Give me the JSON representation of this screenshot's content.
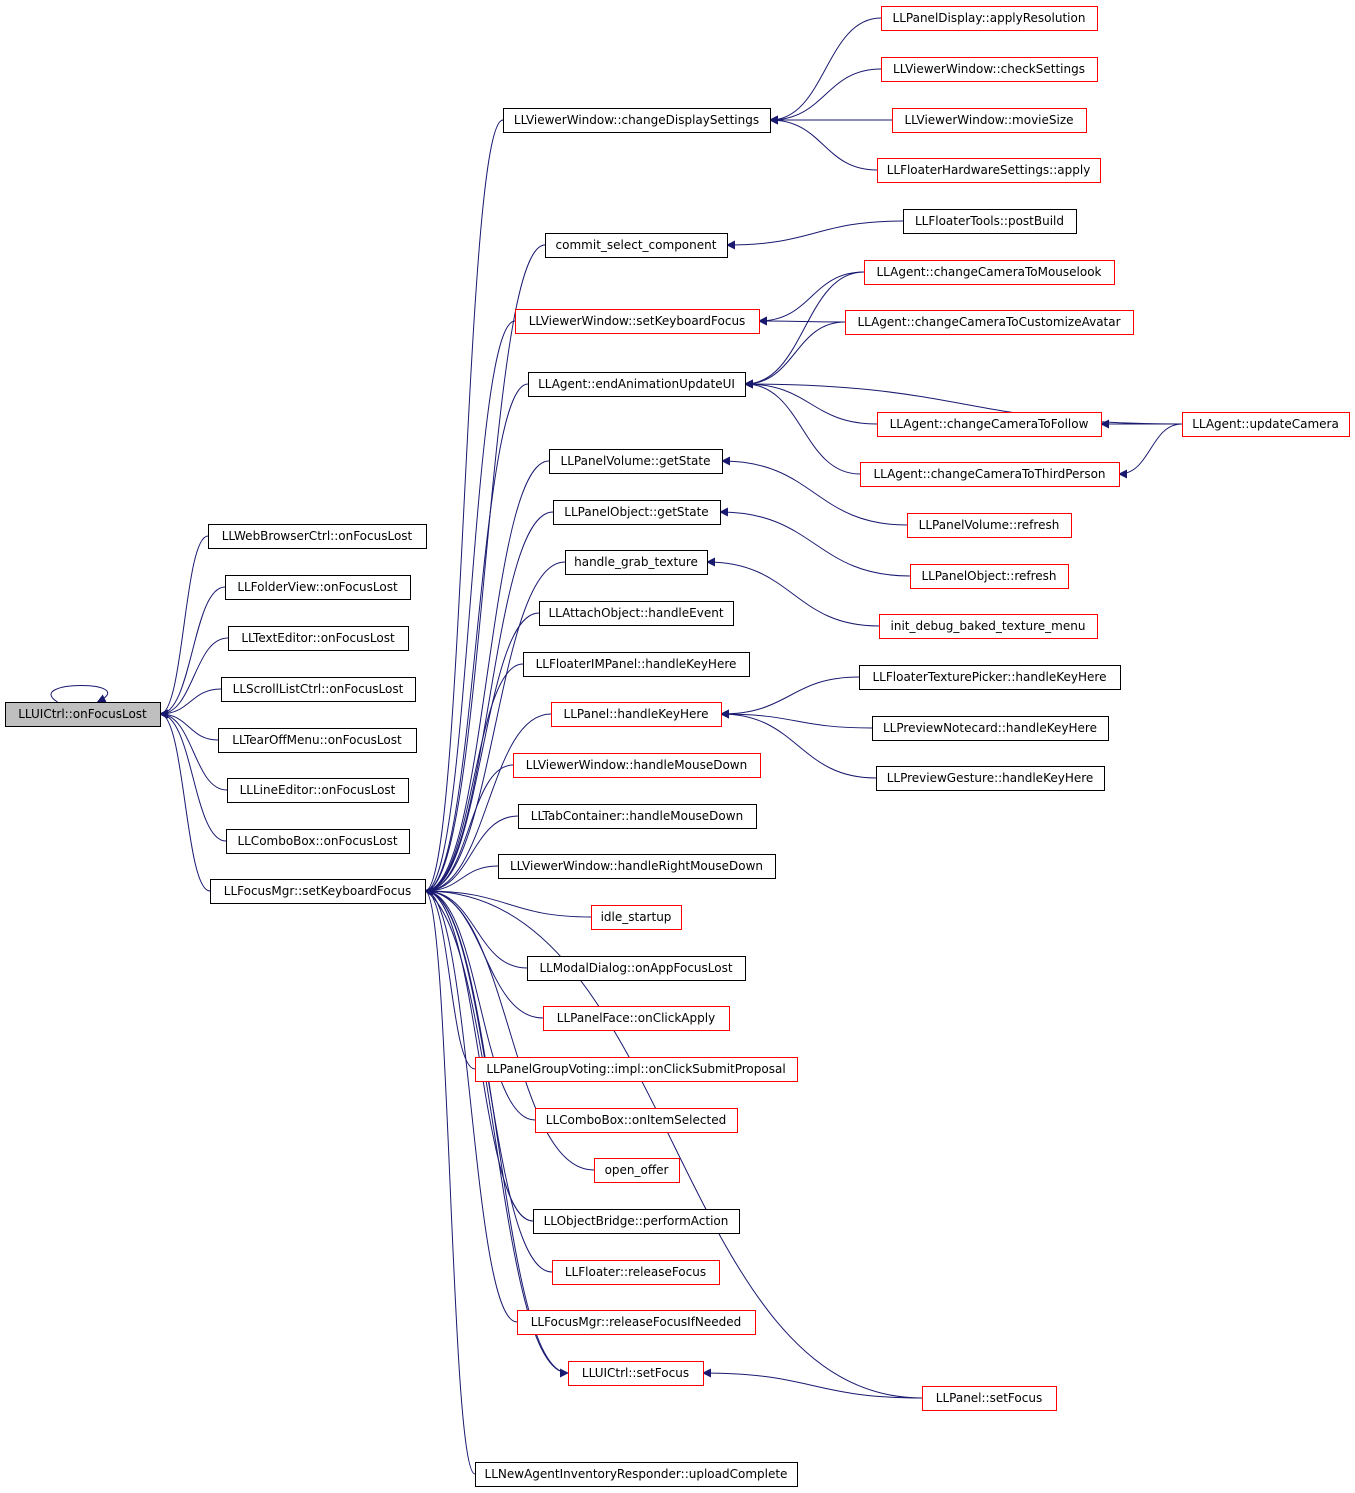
{
  "graph": {
    "nodes": [
      {
        "id": "root",
        "label": "LLUICtrl::onFocusLost",
        "style": "root"
      },
      {
        "id": "wb",
        "label": "LLWebBrowserCtrl::onFocusLost",
        "style": "black"
      },
      {
        "id": "fv",
        "label": "LLFolderView::onFocusLost",
        "style": "black"
      },
      {
        "id": "te",
        "label": "LLTextEditor::onFocusLost",
        "style": "black"
      },
      {
        "id": "sl",
        "label": "LLScrollListCtrl::onFocusLost",
        "style": "black"
      },
      {
        "id": "tom",
        "label": "LLTearOffMenu::onFocusLost",
        "style": "black"
      },
      {
        "id": "le",
        "label": "LLLineEditor::onFocusLost",
        "style": "black"
      },
      {
        "id": "cb",
        "label": "LLComboBox::onFocusLost",
        "style": "black"
      },
      {
        "id": "skf",
        "label": "LLFocusMgr::setKeyboardFocus",
        "style": "black"
      },
      {
        "id": "cds",
        "label": "LLViewerWindow::changeDisplaySettings",
        "style": "black"
      },
      {
        "id": "csc",
        "label": "commit_select_component",
        "style": "black"
      },
      {
        "id": "vwskf",
        "label": "LLViewerWindow::setKeyboardFocus",
        "style": "red"
      },
      {
        "id": "eau",
        "label": "LLAgent::endAnimationUpdateUI",
        "style": "black"
      },
      {
        "id": "pvgs",
        "label": "LLPanelVolume::getState",
        "style": "black"
      },
      {
        "id": "pogs",
        "label": "LLPanelObject::getState",
        "style": "black"
      },
      {
        "id": "hgt",
        "label": "handle_grab_texture",
        "style": "black"
      },
      {
        "id": "aohe",
        "label": "LLAttachObject::handleEvent",
        "style": "black"
      },
      {
        "id": "fimp",
        "label": "LLFloaterIMPanel::handleKeyHere",
        "style": "black"
      },
      {
        "id": "pkh",
        "label": "LLPanel::handleKeyHere",
        "style": "red"
      },
      {
        "id": "vwmd",
        "label": "LLViewerWindow::handleMouseDown",
        "style": "red"
      },
      {
        "id": "tcmd",
        "label": "LLTabContainer::handleMouseDown",
        "style": "black"
      },
      {
        "id": "vwrmd",
        "label": "LLViewerWindow::handleRightMouseDown",
        "style": "black"
      },
      {
        "id": "idle",
        "label": "idle_startup",
        "style": "red"
      },
      {
        "id": "mdafl",
        "label": "LLModalDialog::onAppFocusLost",
        "style": "black"
      },
      {
        "id": "pfca",
        "label": "LLPanelFace::onClickApply",
        "style": "red"
      },
      {
        "id": "pgv",
        "label": "LLPanelGroupVoting::impl::onClickSubmitProposal",
        "style": "red"
      },
      {
        "id": "cbis",
        "label": "LLComboBox::onItemSelected",
        "style": "red"
      },
      {
        "id": "oo",
        "label": "open_offer",
        "style": "red"
      },
      {
        "id": "obpa",
        "label": "LLObjectBridge::performAction",
        "style": "black"
      },
      {
        "id": "frf",
        "label": "LLFloater::releaseFocus",
        "style": "red"
      },
      {
        "id": "fmrf",
        "label": "LLFocusMgr::releaseFocusIfNeeded",
        "style": "red"
      },
      {
        "id": "uisf",
        "label": "LLUICtrl::setFocus",
        "style": "red"
      },
      {
        "id": "naiuc",
        "label": "LLNewAgentInventoryResponder::uploadComplete",
        "style": "black"
      },
      {
        "id": "pdar",
        "label": "LLPanelDisplay::applyResolution",
        "style": "red"
      },
      {
        "id": "vwcs",
        "label": "LLViewerWindow::checkSettings",
        "style": "red"
      },
      {
        "id": "vwms",
        "label": "LLViewerWindow::movieSize",
        "style": "red"
      },
      {
        "id": "fhsa",
        "label": "LLFloaterHardwareSettings::apply",
        "style": "red"
      },
      {
        "id": "ftpb",
        "label": "LLFloaterTools::postBuild",
        "style": "black"
      },
      {
        "id": "acml",
        "label": "LLAgent::changeCameraToMouselook",
        "style": "red"
      },
      {
        "id": "acca",
        "label": "LLAgent::changeCameraToCustomizeAvatar",
        "style": "red"
      },
      {
        "id": "acf",
        "label": "LLAgent::changeCameraToFollow",
        "style": "red"
      },
      {
        "id": "auc",
        "label": "LLAgent::updateCamera",
        "style": "red"
      },
      {
        "id": "actp",
        "label": "LLAgent::changeCameraToThirdPerson",
        "style": "red"
      },
      {
        "id": "pvr",
        "label": "LLPanelVolume::refresh",
        "style": "red"
      },
      {
        "id": "por",
        "label": "LLPanelObject::refresh",
        "style": "red"
      },
      {
        "id": "idbtm",
        "label": "init_debug_baked_texture_menu",
        "style": "red"
      },
      {
        "id": "ftpkh",
        "label": "LLFloaterTexturePicker::handleKeyHere",
        "style": "black"
      },
      {
        "id": "pnkh",
        "label": "LLPreviewNotecard::handleKeyHere",
        "style": "black"
      },
      {
        "id": "pgkh",
        "label": "LLPreviewGesture::handleKeyHere",
        "style": "black"
      },
      {
        "id": "psf",
        "label": "LLPanel::setFocus",
        "style": "red"
      }
    ],
    "edges": [
      {
        "from": "root",
        "to": "root"
      },
      {
        "from": "wb",
        "to": "root"
      },
      {
        "from": "fv",
        "to": "root"
      },
      {
        "from": "te",
        "to": "root"
      },
      {
        "from": "sl",
        "to": "root"
      },
      {
        "from": "tom",
        "to": "root"
      },
      {
        "from": "le",
        "to": "root"
      },
      {
        "from": "cb",
        "to": "root"
      },
      {
        "from": "skf",
        "to": "root"
      },
      {
        "from": "cds",
        "to": "skf"
      },
      {
        "from": "csc",
        "to": "skf"
      },
      {
        "from": "vwskf",
        "to": "skf"
      },
      {
        "from": "eau",
        "to": "skf"
      },
      {
        "from": "pvgs",
        "to": "skf"
      },
      {
        "from": "pogs",
        "to": "skf"
      },
      {
        "from": "hgt",
        "to": "skf"
      },
      {
        "from": "aohe",
        "to": "skf"
      },
      {
        "from": "fimp",
        "to": "skf"
      },
      {
        "from": "pkh",
        "to": "skf"
      },
      {
        "from": "vwmd",
        "to": "skf"
      },
      {
        "from": "tcmd",
        "to": "skf"
      },
      {
        "from": "vwrmd",
        "to": "skf"
      },
      {
        "from": "idle",
        "to": "skf"
      },
      {
        "from": "mdafl",
        "to": "skf"
      },
      {
        "from": "pfca",
        "to": "skf"
      },
      {
        "from": "pgv",
        "to": "skf"
      },
      {
        "from": "cbis",
        "to": "skf"
      },
      {
        "from": "oo",
        "to": "skf"
      },
      {
        "from": "obpa",
        "to": "skf"
      },
      {
        "from": "frf",
        "to": "skf"
      },
      {
        "from": "fmrf",
        "to": "skf"
      },
      {
        "from": "uisf",
        "to": "skf"
      },
      {
        "from": "psf",
        "to": "skf"
      },
      {
        "from": "naiuc",
        "to": "skf"
      },
      {
        "from": "skf",
        "to": "uisf"
      },
      {
        "from": "pdar",
        "to": "cds"
      },
      {
        "from": "vwcs",
        "to": "cds"
      },
      {
        "from": "vwms",
        "to": "cds"
      },
      {
        "from": "fhsa",
        "to": "cds"
      },
      {
        "from": "ftpb",
        "to": "csc"
      },
      {
        "from": "acml",
        "to": "vwskf"
      },
      {
        "from": "acca",
        "to": "vwskf"
      },
      {
        "from": "acml",
        "to": "eau"
      },
      {
        "from": "acca",
        "to": "eau"
      },
      {
        "from": "auc",
        "to": "eau"
      },
      {
        "from": "acf",
        "to": "eau"
      },
      {
        "from": "actp",
        "to": "eau"
      },
      {
        "from": "auc",
        "to": "acf"
      },
      {
        "from": "auc",
        "to": "actp"
      },
      {
        "from": "pvr",
        "to": "pvgs"
      },
      {
        "from": "por",
        "to": "pogs"
      },
      {
        "from": "idbtm",
        "to": "hgt"
      },
      {
        "from": "ftpkh",
        "to": "pkh"
      },
      {
        "from": "pnkh",
        "to": "pkh"
      },
      {
        "from": "pgkh",
        "to": "pkh"
      },
      {
        "from": "psf",
        "to": "uisf"
      }
    ]
  }
}
